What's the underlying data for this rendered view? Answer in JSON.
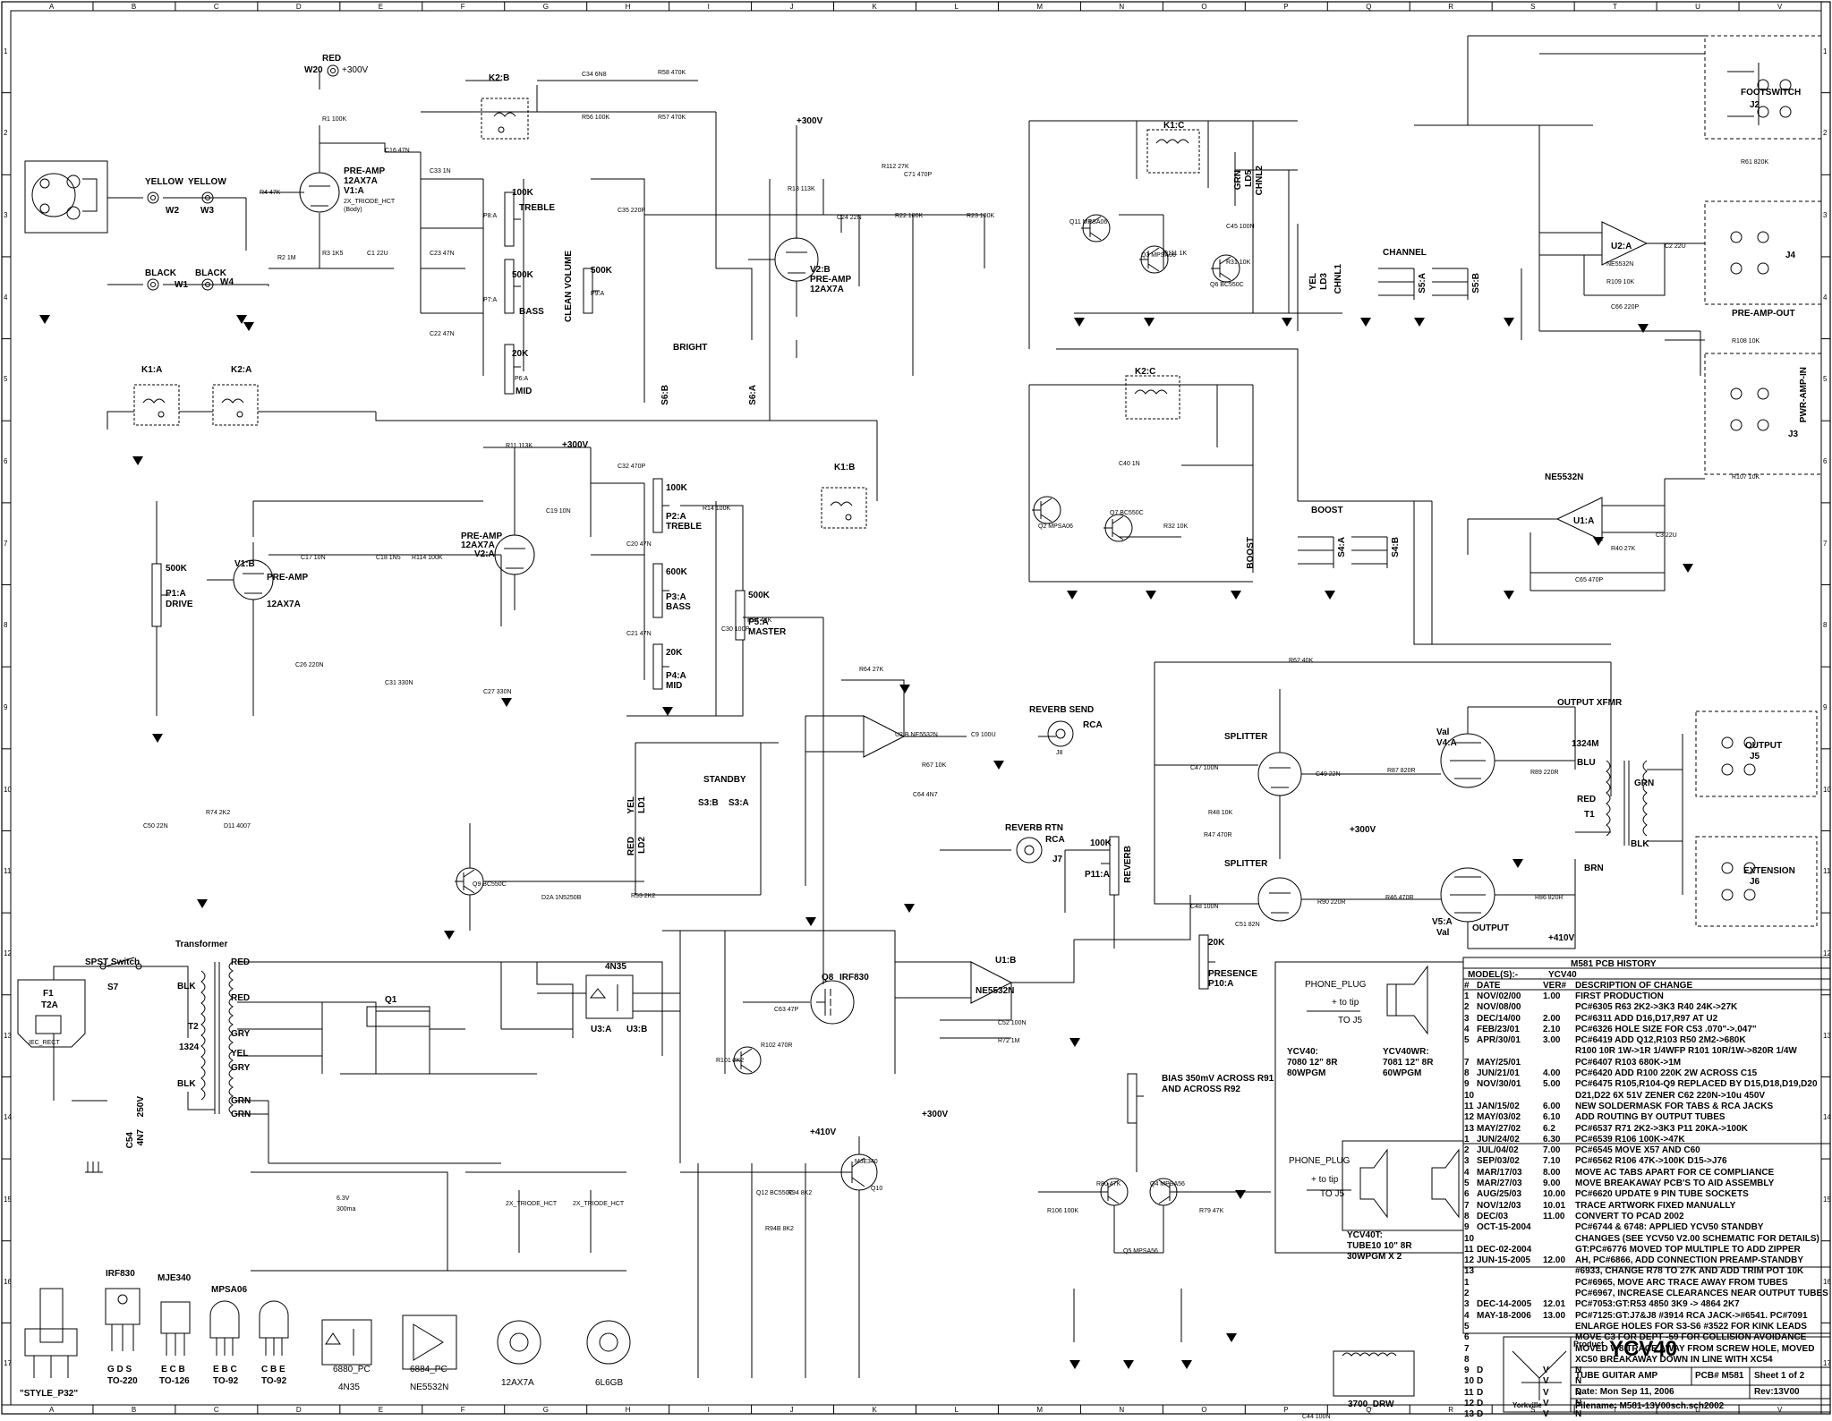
{
  "sheet": {
    "col_letters": [
      "A",
      "B",
      "C",
      "D",
      "E",
      "F",
      "G",
      "H",
      "I",
      "J",
      "K",
      "L",
      "M",
      "N",
      "O",
      "P",
      "Q",
      "R",
      "S",
      "T",
      "U",
      "V"
    ],
    "row_numbers": [
      "1",
      "2",
      "3",
      "4",
      "5",
      "6",
      "7",
      "8",
      "9",
      "10",
      "11",
      "12",
      "13",
      "14",
      "15",
      "16",
      "17"
    ]
  },
  "labels": {
    "red": "RED",
    "w20": "W20",
    "hv300": "+300V",
    "hv300b": "+300V",
    "hv300c": "+300V",
    "hv300d": "+300V",
    "hv410": "+410V",
    "hv410b": "+410V",
    "yellow1": "YELLOW",
    "yellow2": "YELLOW",
    "w2": "W2",
    "w3": "W3",
    "black1": "BLACK",
    "black2": "BLACK",
    "w1": "W1",
    "w4": "W4",
    "preamp_v1a": "PRE-AMP",
    "tube_v1a": "12AX7A",
    "v1a": "V1:A",
    "triode_hct": "2X_TRIODE_HCT",
    "body": "(Body)",
    "k2b": "K2:B",
    "k1a": "K1:A",
    "k2a": "K2:A",
    "k1b": "K1:B",
    "k1c": "K1:C",
    "k2c": "K2:C",
    "treble1": "TREBLE",
    "bass1": "BASS",
    "mid1": "MID",
    "pot100k": "100K",
    "pot500k": "500K",
    "pot20k": "20K",
    "p8a": "P8:A",
    "p7a": "P7:A",
    "p6a": "P6:A",
    "clean_volume": "CLEAN VOLUME",
    "p9a": "P9:A",
    "bright": "BRIGHT",
    "s6b": "S6:B",
    "s6a": "S6:A",
    "v2b": "V2:B",
    "preamp_v2b": "PRE-AMP",
    "tube_v2b": "12AX7A",
    "v1b": "V1:B",
    "preamp_v1b": "PRE-AMP",
    "tube_v1b": "12AX7A",
    "p1a": "P1:A",
    "drive": "DRIVE",
    "pot500k2": "500K",
    "preamp_v2a": "PRE-AMP",
    "tube_v2a": "12AX7A",
    "v2a": "V2:A",
    "p2a": "P2:A",
    "treble2": "TREBLE",
    "p3a": "P3:A",
    "bass2": "BASS",
    "p4a": "P4:A",
    "mid2": "MID",
    "p5a": "P5:A",
    "master": "MASTER",
    "pot100k2": "100K",
    "pot600k": "600K",
    "pot20k2": "20K",
    "pot500k3": "500K",
    "grn": "GRN",
    "ld5": "LD5",
    "chnl2": "CHNL2",
    "yel": "YEL",
    "ld3": "LD3",
    "chnl1": "CHNL1",
    "channel": "CHANNEL",
    "s5a": "S5:A",
    "s5b": "S5:B",
    "boost": "BOOST",
    "boost_sw": "BOOST",
    "s4a": "S4:A",
    "s4b": "S4:B",
    "footswitch": "FOOTSWITCH",
    "j2": "J2",
    "j4": "J4",
    "preamp_out": "PRE-AMP-OUT",
    "pwr_amp_in": "PWR-AMP-IN",
    "j3": "J3",
    "u2a": "U2:A",
    "u1a": "U1:A",
    "ne5532n": "NE5532N",
    "ne5532n_b": "NE5532N",
    "reverb_send": "REVERB SEND",
    "rca": "RCA",
    "j8": "J8",
    "reverb_rtn": "REVERB RTN",
    "rca2": "RCA",
    "j7": "J7",
    "p11a": "P11:A",
    "reverb": "REVERB",
    "pot100k3": "100K",
    "standby": "STANDBY",
    "s3b": "S3:B",
    "s3a": "S3:A",
    "ld1": "LD1",
    "ld2": "LD2",
    "yel2": "YEL",
    "red2": "RED",
    "splitter1": "SPLITTER",
    "splitter2": "SPLITTER",
    "val1": "Val",
    "v4a": "V4:A",
    "v5a": "V5:A",
    "val2": "Val",
    "output": "OUTPUT",
    "output_xfmr": "OUTPUT  XFMR",
    "m1324": "1324M",
    "blu": "BLU",
    "red3": "RED",
    "t1": "T1",
    "blk": "BLK",
    "brn": "BRN",
    "grn2": "GRN",
    "output_j5": "OUTPUT",
    "j5": "J5",
    "extension": "EXTENSION",
    "j6": "J6",
    "presence": "PRESENCE",
    "p10a": "P10:A",
    "pot20k3": "20K",
    "u1b": "U1:B",
    "ne5532n_c": "NE5532N",
    "spst": "SPST Switch",
    "s7": "S7",
    "f1": "F1",
    "t2a": "T2A",
    "iec": "IEC_RECT",
    "transformer": "Transformer",
    "t2": "T2",
    "t2num": "1324",
    "red4": "RED",
    "red5": "RED",
    "blk2": "BLK",
    "blk3": "BLK",
    "gry1": "GRY",
    "yel3": "YEL",
    "gry2": "GRY",
    "grn3": "GRN",
    "grn4": "GRN",
    "c54": "C54",
    "c54v": "4N7",
    "c54vv": "250V",
    "q1": "Q1",
    "q8": "Q8",
    "irf830": "IRF830",
    "u3a": "U3:A",
    "u3b": "U3:B",
    "n4n35": "4N35",
    "mje340": "MJE340",
    "q10": "Q10",
    "bias_note1": "BIAS 350mV ACROSS R91",
    "bias_note2": "AND ACROSS R92",
    "phone1": "PHONE_PLUG",
    "tip1": "+ to tip",
    "toj5a": "TO J5",
    "ycv40": "YCV40:",
    "ycv40a": "7080 12\" 8R",
    "ycv40b": "80WPGM",
    "ycv40wr": "YCV40WR:",
    "ycv40wra": "7081 12\" 8R",
    "ycv40wrb": "60WPGM",
    "phone2": "PHONE_PLUG",
    "tip2": "+ to tip",
    "toj5b": "TO J5",
    "ycv40t": "YCV40T:",
    "ycv40ta": "TUBE10 10\" 8R",
    "ycv40tb": "30WPGM X 2",
    "drw3700": "3700_DRW",
    "pkg_p32": "\"STYLE_P32\"",
    "pkg_irf830": "IRF830",
    "pkg_gds": "G D S",
    "pkg_to220": "TO-220",
    "pkg_mje340": "MJE340",
    "pkg_ecb": "E C B",
    "pkg_to126": "TO-126",
    "pkg_mpsa06": "MPSA06",
    "pkg_ebc": "E B C",
    "pkg_to92a": "TO-92",
    "pkg_cbe": "C B E",
    "pkg_to92b": "TO-92",
    "pkg_6880": "6880_PC",
    "pkg_4n35": "4N35",
    "pkg_6884": "6884_PC",
    "pkg_ne5532": "NE5532N",
    "pkg_12ax7": "12AX7A",
    "pkg_6l6": "6L6GB",
    "tri_hct1": "2X_TRIODE_HCT",
    "tri_hct2": "2X_TRIODE_HCT",
    "h300ma": "6.3V",
    "ma300": "300ma"
  },
  "components": [
    {
      "id": "C16",
      "v": "47N"
    },
    {
      "id": "C33",
      "v": "1N"
    },
    {
      "id": "C23",
      "v": "47N"
    },
    {
      "id": "C22",
      "v": "47N"
    },
    {
      "id": "C34",
      "v": "6N8"
    },
    {
      "id": "R58",
      "v": "470K"
    },
    {
      "id": "R56",
      "v": "100K"
    },
    {
      "id": "R57",
      "v": "470K"
    },
    {
      "id": "C35",
      "v": "220P"
    },
    {
      "id": "C24",
      "v": "22N"
    },
    {
      "id": "R112",
      "v": "27K"
    },
    {
      "id": "C71",
      "v": "470P"
    },
    {
      "id": "R22",
      "v": "100K"
    },
    {
      "id": "R23",
      "v": "100K"
    },
    {
      "id": "R18",
      "v": "113K"
    },
    {
      "id": "R4",
      "v": "47K"
    },
    {
      "id": "R1",
      "v": "100K"
    },
    {
      "id": "R3",
      "v": "1K5"
    },
    {
      "id": "R2",
      "v": "1M"
    },
    {
      "id": "C1",
      "v": "22U"
    },
    {
      "id": "R11",
      "v": "113K"
    },
    {
      "id": "C32",
      "v": "470P"
    },
    {
      "id": "C19",
      "v": "10N"
    },
    {
      "id": "R14",
      "v": "100K"
    },
    {
      "id": "C20",
      "v": "47N"
    },
    {
      "id": "C21",
      "v": "47N"
    },
    {
      "id": "C17",
      "v": "10N"
    },
    {
      "id": "C18",
      "v": "1N5"
    },
    {
      "id": "R114",
      "v": "100K"
    },
    {
      "id": "C27",
      "v": "330N"
    },
    {
      "id": "C26",
      "v": "220N"
    },
    {
      "id": "C31",
      "v": "330N"
    },
    {
      "id": "R24",
      "v": "47K"
    },
    {
      "id": "C30",
      "v": "100P"
    },
    {
      "id": "R111",
      "v": "1K"
    },
    {
      "id": "R31",
      "v": "10K"
    },
    {
      "id": "C45",
      "v": "100N"
    },
    {
      "id": "Q11",
      "v": "MPSA06"
    },
    {
      "id": "Q3",
      "v": "MPSA06"
    },
    {
      "id": "Q6",
      "v": "BC550C"
    },
    {
      "id": "R61",
      "v": "820K"
    },
    {
      "id": "R109",
      "v": "10K"
    },
    {
      "id": "C2",
      "v": "22U"
    },
    {
      "id": "C66",
      "v": "220P"
    },
    {
      "id": "R108",
      "v": "10K"
    },
    {
      "id": "R107",
      "v": "10K"
    },
    {
      "id": "C40",
      "v": "1N"
    },
    {
      "id": "R32",
      "v": "10K"
    },
    {
      "id": "Q2",
      "v": "MPSA06"
    },
    {
      "id": "Q7",
      "v": "BC550C"
    },
    {
      "id": "C3",
      "v": "22U"
    },
    {
      "id": "R40",
      "v": "27K"
    },
    {
      "id": "C65",
      "v": "470P"
    },
    {
      "id": "R64",
      "v": "27K"
    },
    {
      "id": "U2:B",
      "v": "NE5532N"
    },
    {
      "id": "C9",
      "v": "100U"
    },
    {
      "id": "R67",
      "v": "10K"
    },
    {
      "id": "C64",
      "v": "4N7"
    },
    {
      "id": "R53",
      "v": "2K2"
    },
    {
      "id": "D2A",
      "v": "1N5250B"
    },
    {
      "id": "Q9",
      "v": "BC550C"
    },
    {
      "id": "C47",
      "v": "100N"
    },
    {
      "id": "R87",
      "v": "820R"
    },
    {
      "id": "R89",
      "v": "220R"
    },
    {
      "id": "C49",
      "v": "22N"
    },
    {
      "id": "R48",
      "v": "10K"
    },
    {
      "id": "R47",
      "v": "470R"
    },
    {
      "id": "C48",
      "v": "100N"
    },
    {
      "id": "C51",
      "v": "82N"
    },
    {
      "id": "R46",
      "v": "470R"
    },
    {
      "id": "R86",
      "v": "820R"
    },
    {
      "id": "R90",
      "v": "220R"
    },
    {
      "id": "C50",
      "v": "22N"
    },
    {
      "id": "R74",
      "v": "2K2"
    },
    {
      "id": "D11",
      "v": "4007"
    },
    {
      "id": "C52",
      "v": "100N"
    },
    {
      "id": "R72",
      "v": "1M"
    },
    {
      "id": "C63",
      "v": "47P"
    },
    {
      "id": "R102",
      "v": "470R"
    },
    {
      "id": "R101",
      "v": "2K2"
    },
    {
      "id": "Q12",
      "v": "BC550C"
    },
    {
      "id": "R94",
      "v": "8K2"
    },
    {
      "id": "R94B",
      "v": "8K2"
    },
    {
      "id": "R106",
      "v": "100K"
    },
    {
      "id": "R79",
      "v": "47K"
    },
    {
      "id": "R80",
      "v": "47K"
    },
    {
      "id": "Q4",
      "v": "MPSA56"
    },
    {
      "id": "Q5",
      "v": "MPSA56"
    },
    {
      "id": "C44",
      "v": "100N"
    },
    {
      "id": "R62",
      "v": "40K"
    }
  ],
  "pcb_history": {
    "title": "M581 PCB HISTORY",
    "model_label": "MODEL(S):-",
    "model_value": "YCV40",
    "headers": [
      "#",
      "DATE",
      "VER#",
      "DESCRIPTION OF CHANGE"
    ],
    "rows": [
      [
        "1",
        "NOV/02/00",
        "1.00",
        "FIRST PRODUCTION"
      ],
      [
        "2",
        "NOV/08/00",
        "",
        "PC#6305 R63 2K2->3K3 R40 24K->27K"
      ],
      [
        "3",
        "DEC/14/00",
        "2.00",
        "PC#6311 ADD D16,D17,R97 AT U2"
      ],
      [
        "4",
        "FEB/23/01",
        "2.10",
        "PC#6326 HOLE SIZE FOR C53 .070\"->.047\""
      ],
      [
        "5",
        "APR/30/01",
        "3.00",
        "PC#6419 ADD Q12,R103 R50 2M2->680K"
      ],
      [
        "",
        "",
        "",
        "R100 10R 1W->1R 1/4WFP R101 10R/1W->820R 1/4W"
      ],
      [
        "7",
        "MAY/25/01",
        "",
        "PC#6407 R103 680K->1M"
      ],
      [
        "8",
        "JUN/21/01",
        "4.00",
        "PC#6420 ADD R100 220K 2W ACROSS C15"
      ],
      [
        "9",
        "NOV/30/01",
        "5.00",
        "PC#6475 R105,R104-Q9 REPLACED BY D15,D18,D19,D20"
      ],
      [
        "10",
        "",
        "",
        "D21,D22 6X 51V ZENER C62 220N->10u 450V"
      ],
      [
        "11",
        "JAN/15/02",
        "6.00",
        "NEW SOLDERMASK FOR TABS & RCA JACKS"
      ],
      [
        "12",
        "MAY/03/02",
        "6.10",
        "ADD ROUTING BY OUTPUT TUBES"
      ],
      [
        "13",
        "MAY/27/02",
        "6.2",
        "PC#6537 R71 2K2->3K3 P11 20KA->100K"
      ],
      [
        "1",
        "JUN/24/02",
        "6.30",
        "PC#6539 R106 100K->47K"
      ],
      [
        "2",
        "JUL/04/02",
        "7.00",
        "PC#6545 MOVE X57 AND C60"
      ],
      [
        "3",
        "SEP/03/02",
        "7.10",
        "PC#6562 R106 47K->100K D15->J76"
      ],
      [
        "4",
        "MAR/17/03",
        "8.00",
        "MOVE AC TABS APART FOR CE COMPLIANCE"
      ],
      [
        "5",
        "MAR/27/03",
        "9.00",
        "MOVE BREAKAWAY PCB'S TO AID ASSEMBLY"
      ],
      [
        "6",
        "AUG/25/03",
        "10.00",
        "PC#6620 UPDATE 9 PIN TUBE SOCKETS"
      ],
      [
        "7",
        "NOV/12/03",
        "10.01",
        "TRACE ARTWORK FIXED MANUALLY"
      ],
      [
        "8",
        "DEC/03",
        "11.00",
        "CONVERT TO PCAD 2002"
      ],
      [
        "9",
        "OCT-15-2004",
        "",
        "PC#6744 & 6748: APPLIED YCV50 STANDBY"
      ],
      [
        "10",
        "",
        "",
        "CHANGES (SEE YCV50 V2.00 SCHEMATIC FOR DETAILS)"
      ],
      [
        "11",
        "DEC-02-2004",
        "",
        "GT:PC#6776 MOVED TOP MULTIPLE TO ADD ZIPPER"
      ],
      [
        "12",
        "JUN-15-2005",
        "12.00",
        "AH, PC#6866, ADD CONNECTION PREAMP-STANDBY"
      ],
      [
        "13",
        "",
        "",
        "#6933, CHANGE R78 TO 27K AND ADD TRIM POT 10K"
      ],
      [
        "1",
        "",
        "",
        "PC#6965, MOVE ARC TRACE AWAY FROM TUBES"
      ],
      [
        "2",
        "",
        "",
        "PC#6967, INCREASE CLEARANCES NEAR OUTPUT TUBES"
      ],
      [
        "3",
        "DEC-14-2005",
        "12.01",
        "PC#7053:GT:R53 4850 3K9 -> 4864 2K7"
      ],
      [
        "4",
        "MAY-18-2006",
        "13.00",
        "PC#7125:GT:J7&J8 #3914 RCA JACK->#6541. PC#7091"
      ],
      [
        "5",
        "",
        "",
        "ENLARGE HOLES FOR S3-S6 #3522 FOR KINK LEADS"
      ],
      [
        "6",
        "",
        "",
        "MOVE C3 FOR DEPT -59 FOR COLLISION AVOIDANCE"
      ],
      [
        "7",
        "",
        "",
        "MOVED W8 TRACE AWAY FROM SCREW HOLE, MOVED"
      ],
      [
        "8",
        "",
        "",
        "XC50 BREAKAWAY DOWN IN LINE WITH XC54"
      ],
      [
        "9",
        "D",
        "V",
        "N"
      ],
      [
        "10",
        "D",
        "V",
        "N"
      ],
      [
        "11",
        "D",
        "V",
        "N"
      ],
      [
        "12",
        "D",
        "V",
        "N"
      ],
      [
        "13",
        "D",
        "V",
        "N"
      ]
    ]
  },
  "title_block": {
    "product_label": "Product",
    "product": "YCV40",
    "description": "TUBE GUITAR AMP",
    "pcb": "PCB# M581",
    "sheet": "Sheet  1 of 2",
    "date": "Date: Mon Sep 11, 2006",
    "rev": "Rev:13V00",
    "filename": "Filename:  M581-13V00sch.sch2002",
    "logo_text": "Yorkville"
  },
  "colors": {
    "ink": "#000000",
    "paper": "#ffffff"
  }
}
